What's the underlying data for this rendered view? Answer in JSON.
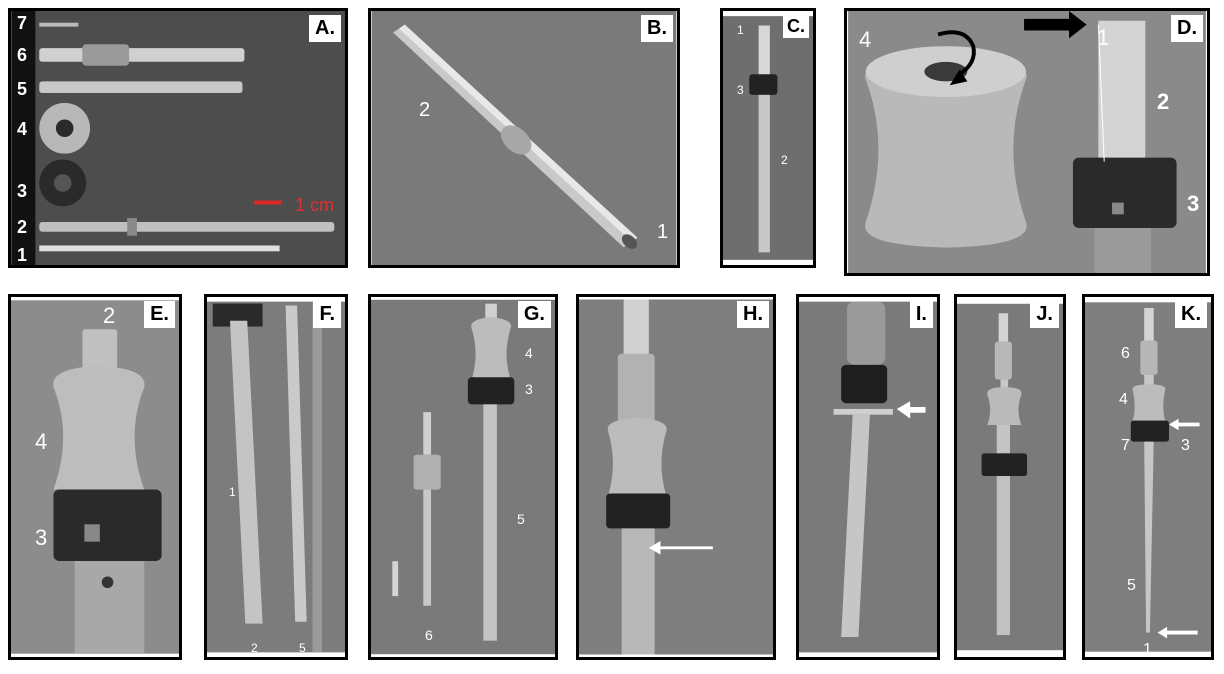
{
  "panels": {
    "A": {
      "label": "A.",
      "parts": [
        "7",
        "6",
        "5",
        "4",
        "3",
        "2",
        "1"
      ],
      "scale": "1 cm",
      "scale_color": "#e02828"
    },
    "B": {
      "label": "B.",
      "n1": "2",
      "n2": "1"
    },
    "C": {
      "label": "C.",
      "n1": "1",
      "n2": "3",
      "n3": "2"
    },
    "D": {
      "label": "D.",
      "n1": "4",
      "n2": "1",
      "n3": "2",
      "n4": "3"
    },
    "E": {
      "label": "E.",
      "n1": "2",
      "n2": "4",
      "n3": "3"
    },
    "F": {
      "label": "F.",
      "n1": "1",
      "n2": "2",
      "n3": "5"
    },
    "G": {
      "label": "G.",
      "n1": "4",
      "n2": "3",
      "n3": "5",
      "n4": "6"
    },
    "H": {
      "label": "H."
    },
    "I": {
      "label": "I."
    },
    "J": {
      "label": "J."
    },
    "K": {
      "label": "K.",
      "n1": "6",
      "n2": "4",
      "n3": "7",
      "n4": "3",
      "n5": "5",
      "n6": "1"
    }
  }
}
